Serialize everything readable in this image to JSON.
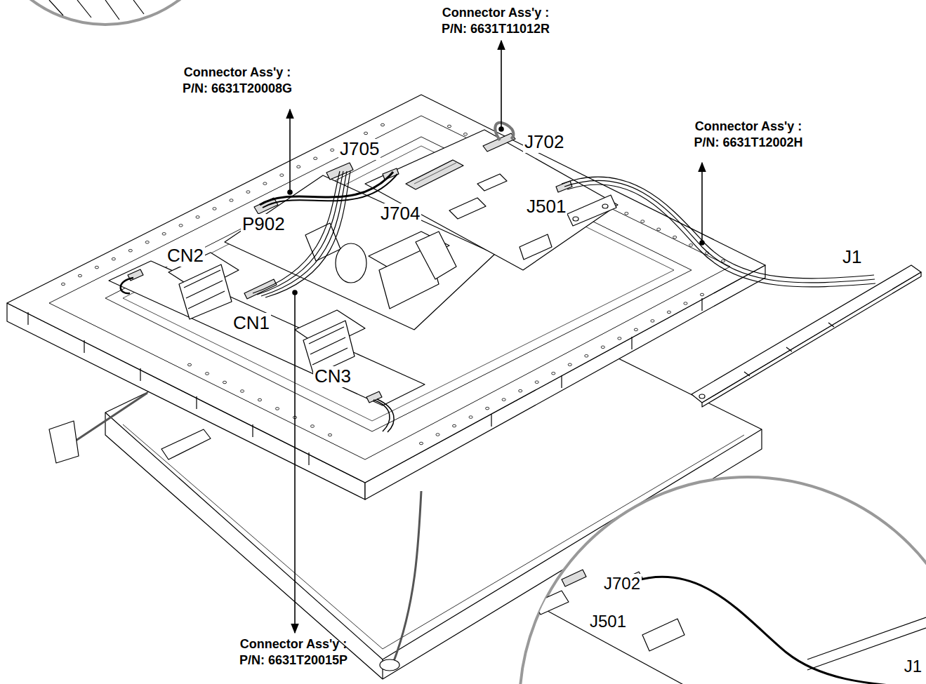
{
  "diagram": {
    "labels": [
      "Connector Ass'y :",
      "P/N: 6631T11012R",
      "Connector Ass'y :",
      "P/N: 6631T20008G",
      "J705",
      "J702",
      "Connector Ass'y :",
      "P/N: 6631T12002H",
      "J704",
      "J501",
      "P902",
      "J1",
      "CN2",
      "CN1",
      "CN3",
      "J702",
      "J501",
      "Connector Ass'y :",
      "P/N: 6631T20015P",
      "J1"
    ]
  }
}
